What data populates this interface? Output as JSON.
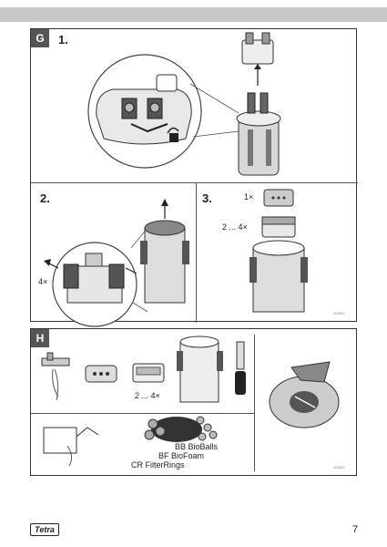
{
  "panel_g": {
    "tag": "G",
    "step1": "1.",
    "step2": "2.",
    "step3": "3.",
    "multiplier_4x": "4×",
    "multiplier_1x": "1×",
    "multiplier_2_4x": "2 ... 4×",
    "code": "4G3820"
  },
  "panel_h": {
    "tag": "H",
    "multiplier_2_4x": "2 ... 4×",
    "label_bb": "BB BioBalls",
    "label_bf": "BF BioFoam",
    "label_cr": "CR FilterRings",
    "code": "4G3830"
  },
  "footer": {
    "brand": "Tetra",
    "page_number": "7"
  }
}
